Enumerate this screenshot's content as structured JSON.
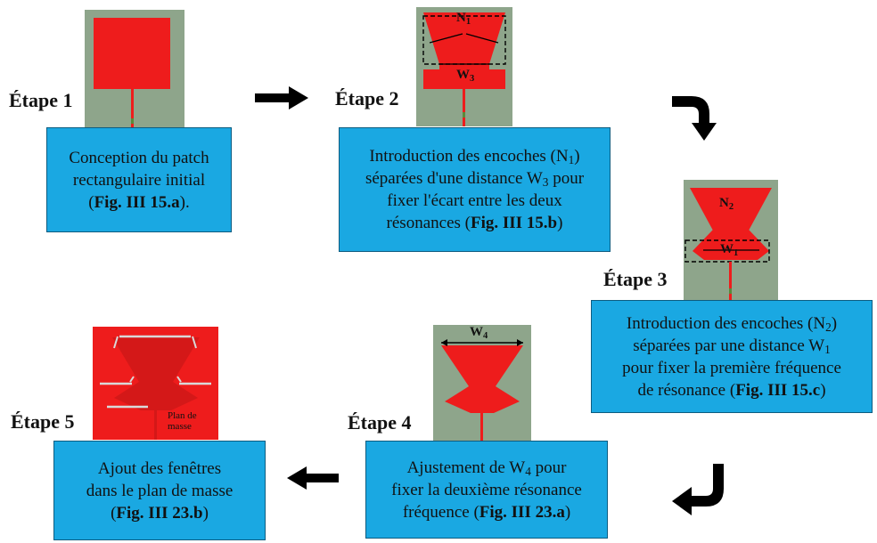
{
  "steps": {
    "s1": {
      "label": "Étape 1",
      "lines": [
        "Conception du patch",
        "rectangulaire initial"
      ],
      "ref": "Fig. III 15.a",
      "ref_suffix": ")."
    },
    "s2": {
      "label": "Étape 2",
      "l1a": "Introduction des encoches ",
      "l1b": "(N",
      "l1sub": "1",
      "l1c": ")",
      "l2a": "séparées d'une distance W",
      "l2sub": "3",
      "l2b": " pour",
      "l3": "fixer l'écart entre les deux",
      "l4a": "résonances (",
      "ref": "Fig. III 15.b",
      "l4b": ")"
    },
    "s3": {
      "label": "Étape 3",
      "l1a": "Introduction des encoches (N",
      "l1sub": "2",
      "l1b": ")",
      "l2a": "séparées par une distance W",
      "l2sub": "1",
      "l3": "pour fixer la première fréquence",
      "l4a": "de résonance (",
      "ref": "Fig. III 15.c",
      "l4b": ")"
    },
    "s4": {
      "label": "Étape 4",
      "l1a": "Ajustement de W",
      "l1sub": "4",
      "l1b": " pour",
      "l2": "fixer la deuxième résonance",
      "l3a": "fréquence (",
      "ref": "Fig. III 23.a",
      "l3b": ")"
    },
    "s5": {
      "label": "Étape 5",
      "l1": "Ajout des fenêtres",
      "l2": "dans le plan de masse",
      "l3a": "(",
      "ref": "Fig. III 23.b",
      "l3b": ")"
    }
  },
  "figure_labels": {
    "n1": "N",
    "n1_sub": "1",
    "w3": "W",
    "w3_sub": "3",
    "n2": "N",
    "n2_sub": "2",
    "w1": "W",
    "w1_sub": "1",
    "w4": "W",
    "w4_sub": "4",
    "plan1": "Plan de",
    "plan2": "masse"
  },
  "colors": {
    "box_fill": "#1aa8e2",
    "patch_red": "#ee1c1c",
    "substrate": "#8ea58b",
    "arrow": "#000000"
  },
  "arrows": [
    "arrow-right",
    "arrow-curve-down",
    "arrow-curve-left",
    "arrow-left"
  ]
}
